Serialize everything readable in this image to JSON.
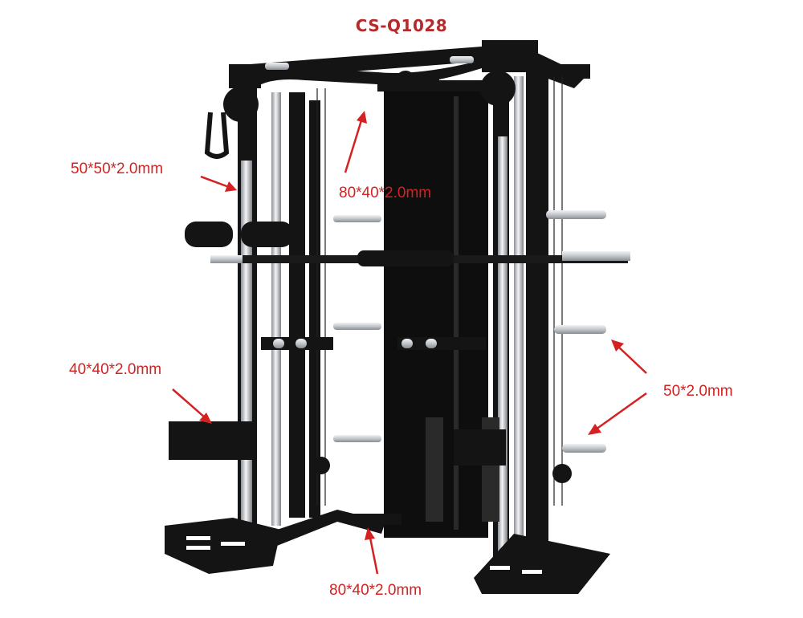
{
  "title": "CS-Q1028",
  "labels": {
    "upright_tube": "50*50*2.0mm",
    "top_crossbar": "80*40*2.0mm",
    "side_tube": "40*40*2.0mm",
    "plate_pin": "50*2.0mm",
    "base_tube": "80*40*2.0mm"
  },
  "colors": {
    "title": "#b52a2a",
    "label": "#d42222",
    "arrow": "#d42222",
    "frame": "#141414",
    "chrome": "#c9ccd0"
  }
}
